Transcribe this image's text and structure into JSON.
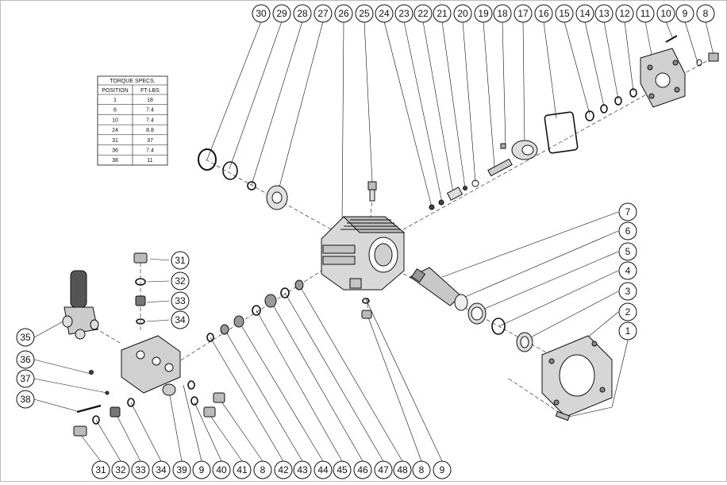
{
  "torque_table": {
    "title": "TORQUE SPECS.",
    "headers": [
      "POSITION",
      "FT-LBS"
    ],
    "rows": [
      [
        "1",
        "18"
      ],
      [
        "6",
        "7.4"
      ],
      [
        "10",
        "7.4"
      ],
      [
        "24",
        "8.8"
      ],
      [
        "31",
        "37"
      ],
      [
        "36",
        "7.4"
      ],
      [
        "38",
        "11"
      ]
    ]
  },
  "callouts": {
    "top": [
      "30",
      "29",
      "28",
      "27",
      "26",
      "25",
      "24",
      "23",
      "22",
      "21",
      "20",
      "19",
      "18",
      "17",
      "16",
      "15",
      "14",
      "13",
      "12",
      "11",
      "10",
      "9",
      "8"
    ],
    "right": [
      "7",
      "6",
      "5",
      "4",
      "3",
      "2",
      "1"
    ],
    "left": [
      "35",
      "36",
      "37",
      "38"
    ],
    "bottom": [
      "31",
      "32",
      "33",
      "34",
      "39",
      "9",
      "40",
      "41",
      "8",
      "42",
      "43",
      "44",
      "45",
      "46",
      "47",
      "48",
      "8",
      "9"
    ],
    "middle": [
      "31",
      "32",
      "33",
      "34"
    ]
  },
  "colors": {
    "line": "#111111",
    "metal": "#cfcfcf",
    "dark": "#555555"
  }
}
